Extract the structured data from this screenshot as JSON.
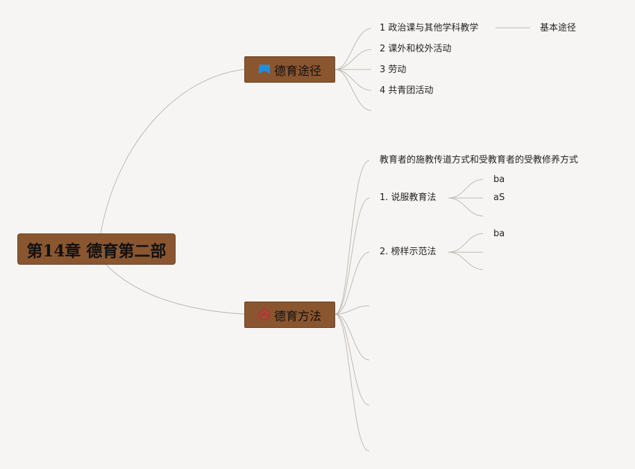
{
  "root": {
    "label": "第14章 德育第二部"
  },
  "branch1": {
    "label": "德育途径",
    "icon": "blue-flag-icon",
    "icon_color": "#1e8fd8",
    "items": [
      "1 政治课与其他学科教学",
      "2 课外和校外活动",
      "3 劳动",
      "4 共青团活动"
    ],
    "summary": "基本途径"
  },
  "branch2": {
    "label": "德育方法",
    "icon": "red-circle-icon",
    "icon_color": "#c8263a",
    "definition": "教育者的施教传道方式和受教育者的受教修养方式",
    "method1": {
      "label": "1. 说服教育法",
      "children": [
        "ba",
        "aS"
      ]
    },
    "method2": {
      "label": "2. 榜样示范法",
      "children": [
        "ba"
      ]
    }
  },
  "colors": {
    "node_fill": "#8a5630",
    "line": "#bdb7b1",
    "background": "#f7f5f3"
  }
}
